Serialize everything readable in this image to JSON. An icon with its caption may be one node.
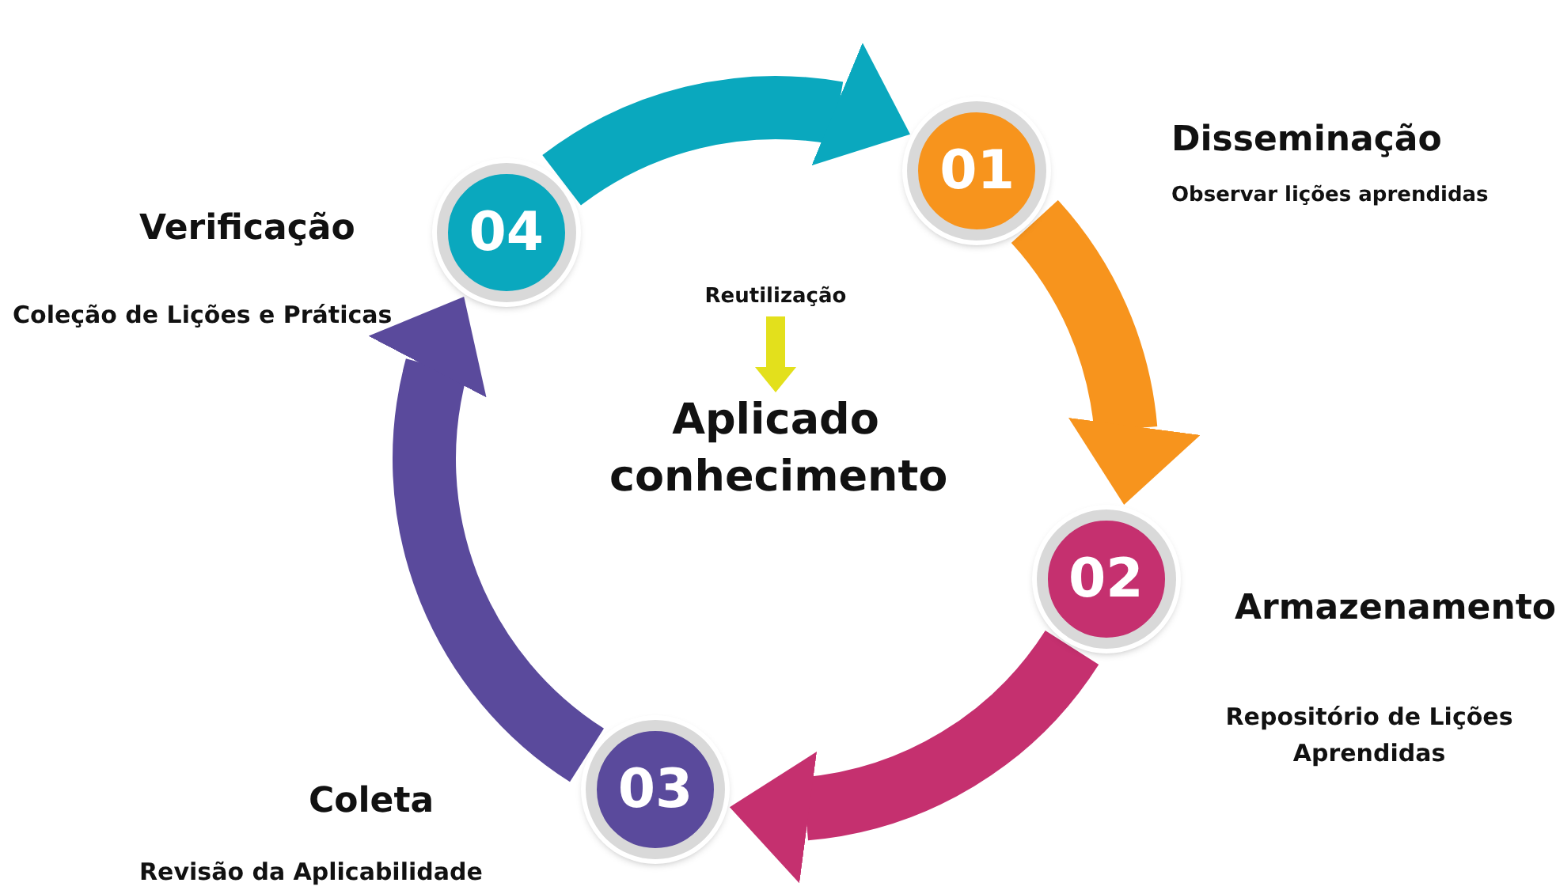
{
  "diagram": {
    "nodes": [
      {
        "text": [
          "01"
        ],
        "beside": [
          "Disseminação",
          "Observar lições aprendidas"
        ]
      },
      {
        "text": [
          "02"
        ],
        "beside": [
          "Armazenamento",
          "Repositório de Lições Aprendidas"
        ]
      },
      {
        "text": [
          "03"
        ],
        "beside": [
          "Coleta",
          "Revisão da Aplicabilidade"
        ]
      },
      {
        "text": [
          "04"
        ],
        "beside": [
          "Verificação",
          "Coleção de Lições e Práticas"
        ]
      },
      {
        "text": [
          "Reutilização"
        ]
      },
      {
        "text": [
          "Aplicado conhecimento"
        ]
      }
    ],
    "edges": [
      {
        "from": 3,
        "to": 0,
        "arrow": "to",
        "color": "#0aa8be"
      },
      {
        "from": 0,
        "to": 1,
        "arrow": "to",
        "color": "#f7941d"
      },
      {
        "from": 1,
        "to": 2,
        "arrow": "to",
        "color": "#c5306f"
      },
      {
        "from": 2,
        "to": 3,
        "arrow": "to",
        "color": "#5a4a9c"
      },
      {
        "from": 4,
        "to": 5,
        "arrow": "to",
        "color": "#e3e01c"
      }
    ]
  }
}
